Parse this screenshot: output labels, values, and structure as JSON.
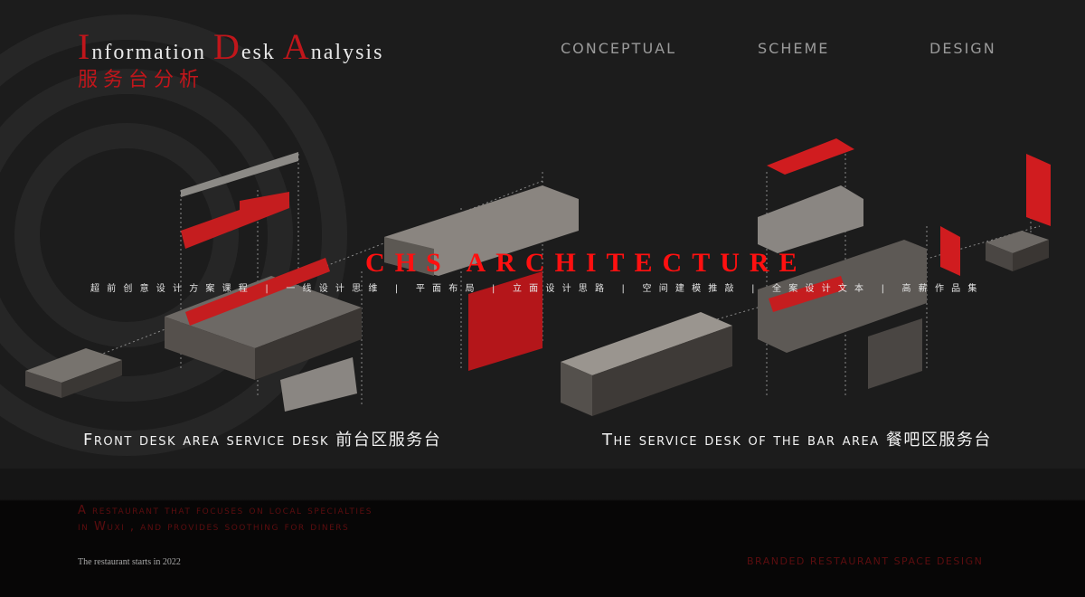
{
  "header": {
    "title_parts": [
      {
        "cap": "I",
        "rest": "nformation "
      },
      {
        "cap": "D",
        "rest": "esk "
      },
      {
        "cap": "A",
        "rest": "nalysis"
      }
    ],
    "subtitle": "服务台分析"
  },
  "nav": {
    "items": [
      {
        "label": "CONCEPTUAL"
      },
      {
        "label": "SCHEME"
      },
      {
        "label": "DESIGN"
      }
    ]
  },
  "watermark": {
    "brand": "CHS ARCHITECTURE",
    "courses": "超前创意设计方案课程 | 一线设计思维 | 平面布局 | 立面设计思路 | 空间建模推敲 | 全案设计文本 | 高薪作品集"
  },
  "captions": {
    "front_desk": "Front desk area service desk  前台区服务台",
    "bar_desk": "The service desk of the bar area  餐吧区服务台"
  },
  "footer": {
    "description": "A restaurant that focuses on local specialties in Wuxi , and provides soothing for diners",
    "since": "The restaurant starts in 2022",
    "tagline": "BRANDED RESTAURANT SPACE DESIGN"
  },
  "colors": {
    "accent": "#c0161b",
    "background": "#1c1c1c",
    "footer": "#070606"
  }
}
